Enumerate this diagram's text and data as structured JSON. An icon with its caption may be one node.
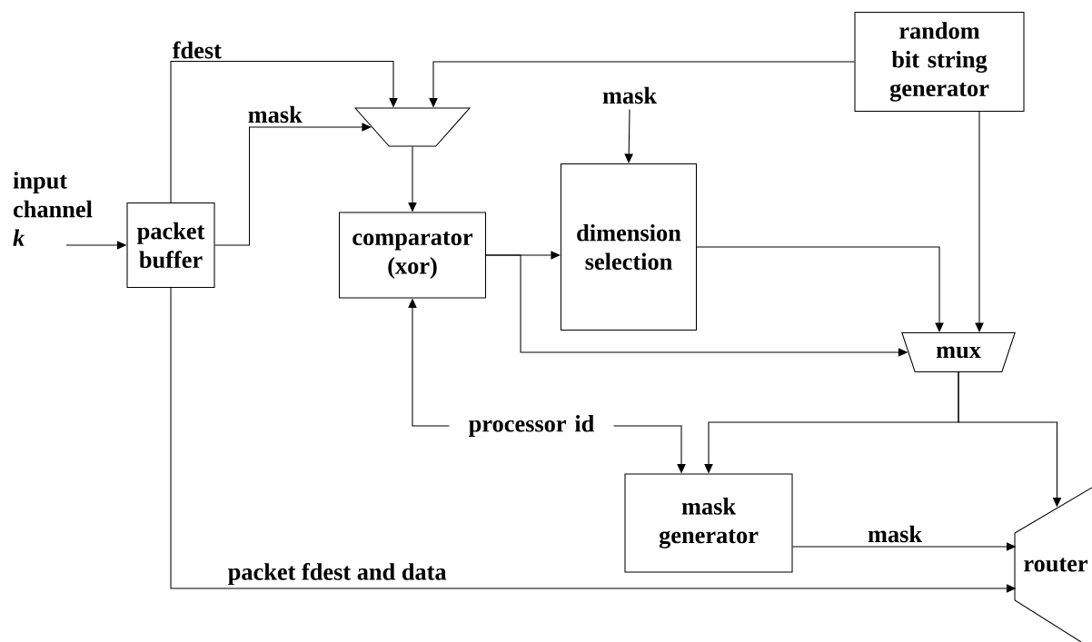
{
  "diagram": {
    "nodes": [
      {
        "text": [
          "input channel *k*"
        ]
      },
      {
        "text": [
          "packet buffer"
        ]
      },
      {
        "text": [],
        "shape": "trapezoid"
      },
      {
        "text": [
          "comparator (xor)"
        ]
      },
      {
        "text": [
          "mask"
        ]
      },
      {
        "text": [
          "dimension selection"
        ]
      },
      {
        "text": [
          "random bit string generator"
        ]
      },
      {
        "text": [
          "mux"
        ]
      },
      {
        "text": [
          "processor id"
        ]
      },
      {
        "text": [
          "mask generator"
        ]
      },
      {
        "text": [
          "router"
        ]
      }
    ],
    "edges": [
      {
        "from": 0,
        "to": 1,
        "arrow": "to"
      },
      {
        "from": 1,
        "to": 2,
        "arrow": "to",
        "label": "fdest"
      },
      {
        "from": 1,
        "to": 2,
        "arrow": "to",
        "label": "mask"
      },
      {
        "from": 6,
        "to": 2,
        "arrow": "to"
      },
      {
        "from": 2,
        "to": 3,
        "arrow": "to"
      },
      {
        "from": 3,
        "to": 5,
        "arrow": "to"
      },
      {
        "from": 4,
        "to": 5,
        "arrow": "to"
      },
      {
        "from": 3,
        "to": 7,
        "arrow": "to"
      },
      {
        "from": 5,
        "to": 7,
        "arrow": "to"
      },
      {
        "from": 6,
        "to": 7,
        "arrow": "to"
      },
      {
        "from": 8,
        "to": 3,
        "arrow": "to"
      },
      {
        "from": 8,
        "to": 9,
        "arrow": "to"
      },
      {
        "from": 7,
        "to": 9,
        "arrow": "to"
      },
      {
        "from": 7,
        "to": 10,
        "arrow": "to"
      },
      {
        "from": 9,
        "to": 10,
        "arrow": "to",
        "label": "mask"
      },
      {
        "from": 1,
        "to": 10,
        "arrow": "to",
        "label": "packet fdest and data"
      }
    ]
  }
}
